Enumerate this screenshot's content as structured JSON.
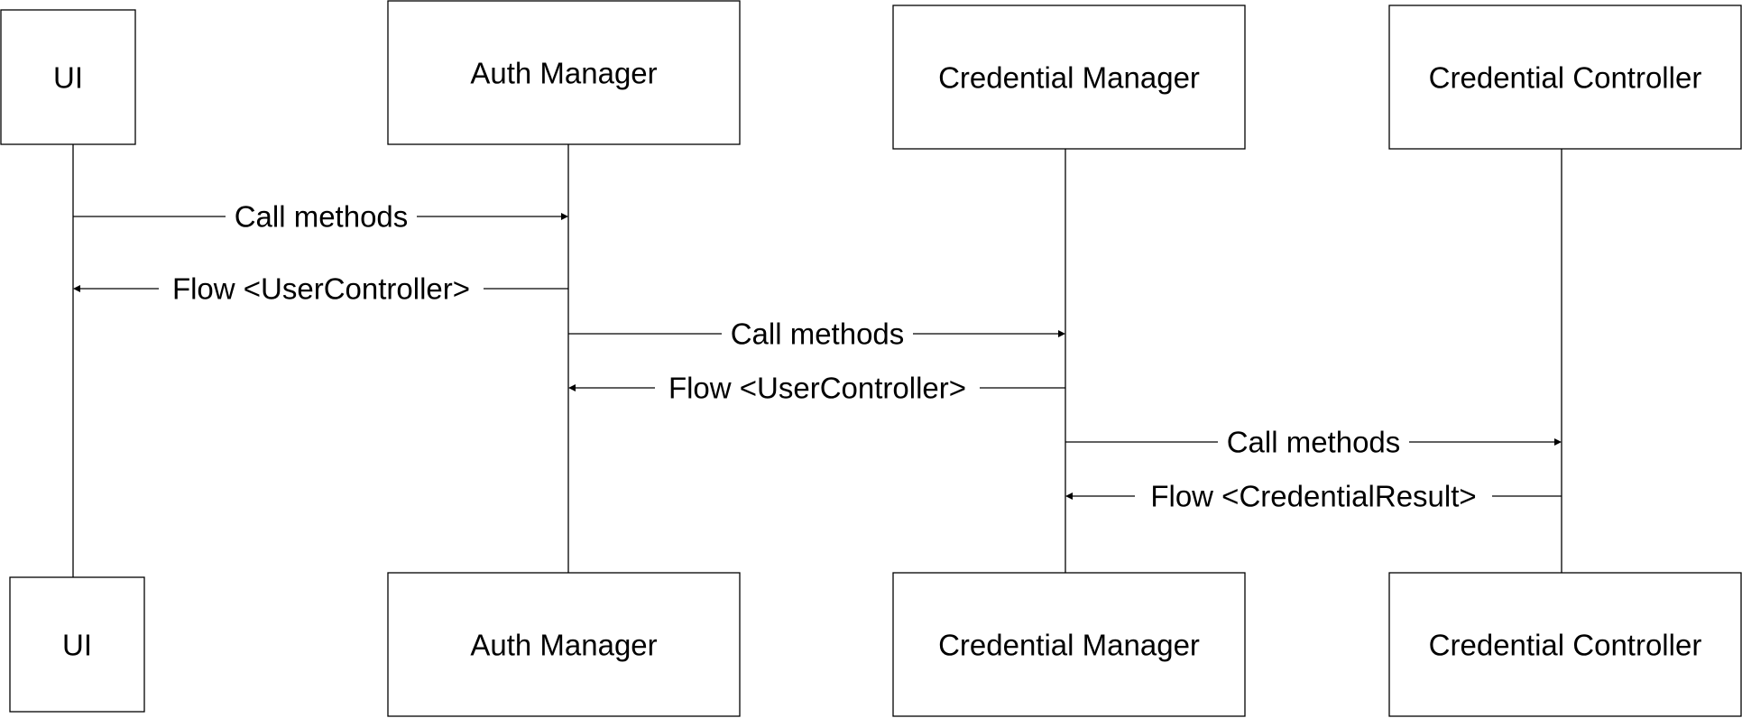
{
  "participants": {
    "top": [
      {
        "id": "ui",
        "label": "UI"
      },
      {
        "id": "auth",
        "label": "Auth Manager"
      },
      {
        "id": "credmgr",
        "label": "Credential Manager"
      },
      {
        "id": "credctl",
        "label": "Credential Controller"
      }
    ],
    "bottom": [
      {
        "id": "ui",
        "label": "UI"
      },
      {
        "id": "auth",
        "label": "Auth Manager"
      },
      {
        "id": "credmgr",
        "label": "Credential Manager"
      },
      {
        "id": "credctl",
        "label": "Credential Controller"
      }
    ]
  },
  "messages": [
    {
      "from": "ui",
      "to": "auth",
      "label": "Call methods"
    },
    {
      "from": "auth",
      "to": "ui",
      "label": "Flow <UserController>"
    },
    {
      "from": "auth",
      "to": "credmgr",
      "label": "Call methods"
    },
    {
      "from": "credmgr",
      "to": "auth",
      "label": "Flow <UserController>"
    },
    {
      "from": "credmgr",
      "to": "credctl",
      "label": "Call methods"
    },
    {
      "from": "credctl",
      "to": "credmgr",
      "label": "Flow <CredentialResult>"
    }
  ]
}
